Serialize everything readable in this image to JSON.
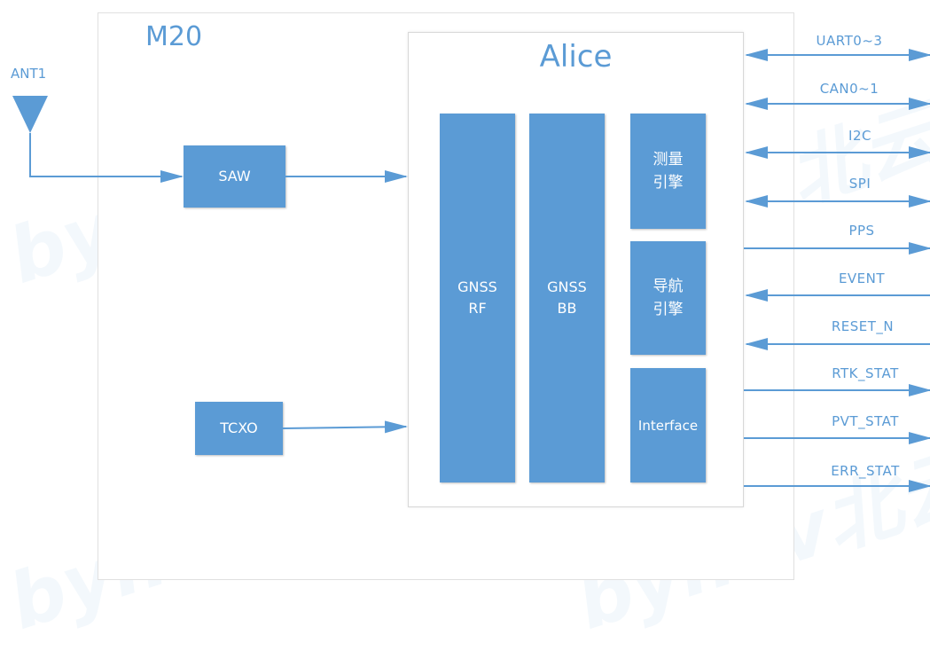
{
  "module": {
    "title": "M20"
  },
  "chip": {
    "title": "Alice"
  },
  "antenna": {
    "label": "ANT1"
  },
  "blocks": {
    "saw": "SAW",
    "tcxo": "TCXO",
    "gnss_rf": [
      "GNSS",
      "RF"
    ],
    "gnss_bb": [
      "GNSS",
      "BB"
    ],
    "measure_engine": [
      "测量",
      "引擎"
    ],
    "nav_engine": [
      "导航",
      "引擎"
    ],
    "interface": "Interface"
  },
  "signals": [
    {
      "label": "UART0~3",
      "direction": "bidirectional"
    },
    {
      "label": "CAN0~1",
      "direction": "bidirectional"
    },
    {
      "label": "I2C",
      "direction": "bidirectional"
    },
    {
      "label": "SPI",
      "direction": "bidirectional"
    },
    {
      "label": "PPS",
      "direction": "output"
    },
    {
      "label": "EVENT",
      "direction": "input"
    },
    {
      "label": "RESET_N",
      "direction": "input"
    },
    {
      "label": "RTK_STAT",
      "direction": "output"
    },
    {
      "label": "PVT_STAT",
      "direction": "output"
    },
    {
      "label": "ERR_STAT",
      "direction": "output"
    }
  ],
  "watermark": {
    "text": "bynav北云"
  },
  "colors": {
    "accent": "#5b9bd5",
    "block": "#5b9bd5",
    "text_on_block": "#ffffff"
  }
}
